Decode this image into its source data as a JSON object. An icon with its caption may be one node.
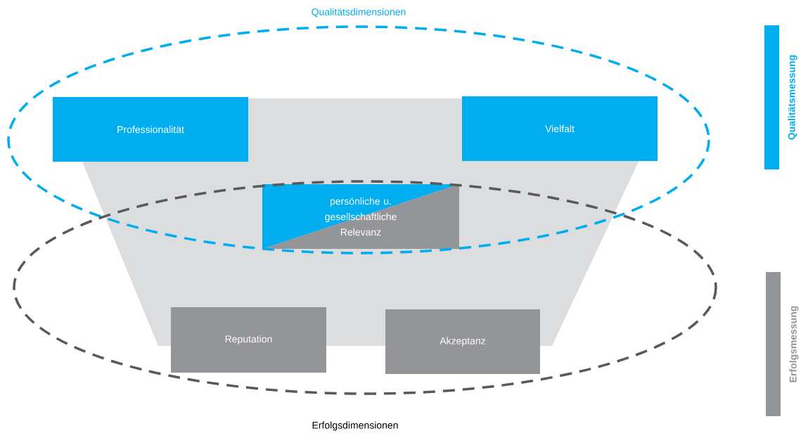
{
  "diagram": {
    "nodes": [
      {
        "text": [
          "Qualitätsdimensionen"
        ]
      },
      {
        "text": [
          "Professionalität"
        ],
        "in": 0
      },
      {
        "text": [
          "Vielfalt"
        ],
        "in": 0
      },
      {
        "text": [
          "Erfolgsdimensionen"
        ]
      },
      {
        "text": [
          "persönliche u. gesellschaftliche Relevanz"
        ]
      },
      {
        "text": [
          "Reputation"
        ],
        "in": 3
      },
      {
        "text": [
          "Akzeptanz"
        ],
        "in": 3
      },
      {
        "text": [
          "Qualitätsmessung"
        ]
      },
      {
        "text": [
          "Erfolgsmessung"
        ]
      }
    ]
  }
}
